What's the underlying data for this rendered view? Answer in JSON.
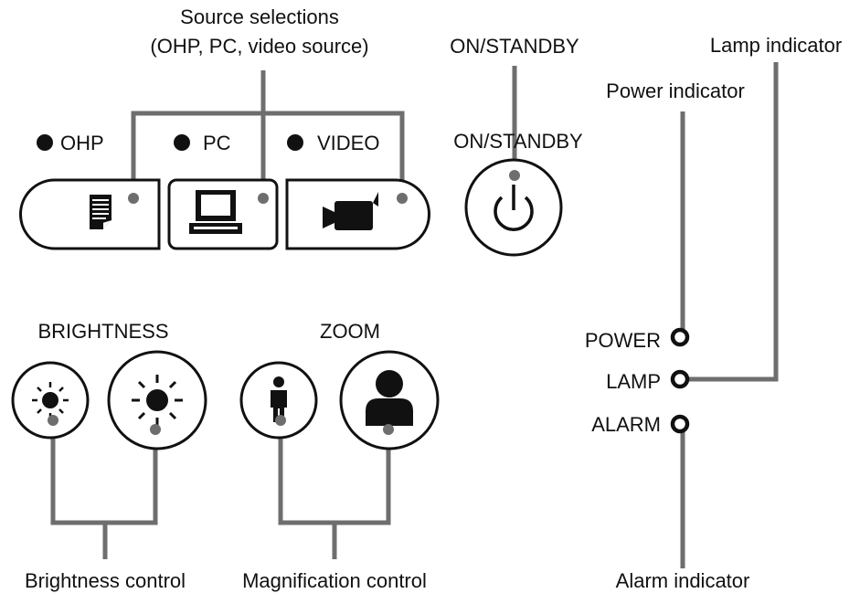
{
  "callouts": {
    "source_selections_line1": "Source selections",
    "source_selections_line2": "(OHP, PC, video source)",
    "on_standby": "ON/STANDBY",
    "lamp_indicator": "Lamp indicator",
    "power_indicator": "Power indicator",
    "brightness_control": "Brightness control",
    "magnification_control": "Magnification control",
    "alarm_indicator": "Alarm indicator"
  },
  "panel": {
    "source_buttons": [
      {
        "label": "OHP",
        "icon": "document-icon"
      },
      {
        "label": "PC",
        "icon": "computer-icon"
      },
      {
        "label": "VIDEO",
        "icon": "video-camera-icon"
      }
    ],
    "on_standby_label": "ON/STANDBY",
    "power_button_icon": "power-icon",
    "brightness_label": "BRIGHTNESS",
    "zoom_label": "ZOOM",
    "indicators": [
      {
        "label": "POWER"
      },
      {
        "label": "LAMP"
      },
      {
        "label": "ALARM"
      }
    ]
  },
  "colors": {
    "ink": "#111111",
    "leader_line": "#6e6e6e",
    "background": "#ffffff"
  }
}
